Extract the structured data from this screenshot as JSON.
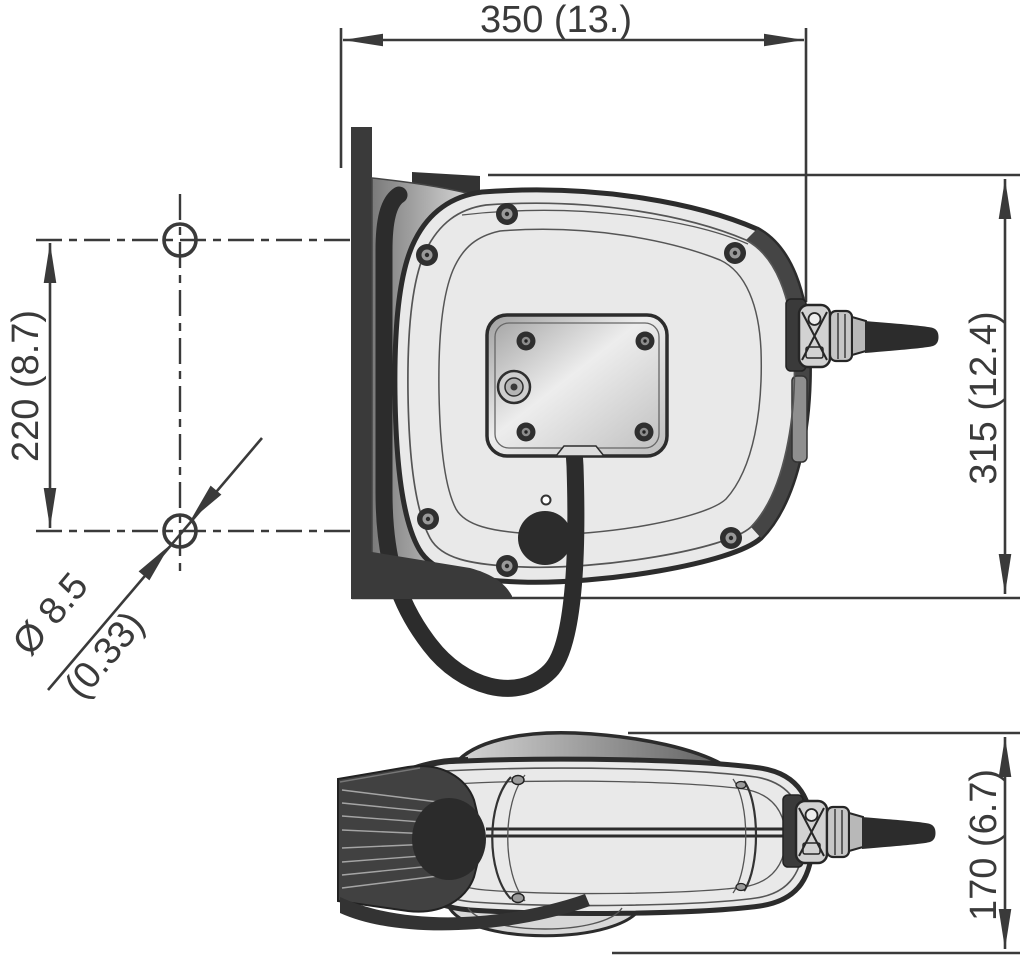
{
  "drawing": {
    "kind": "technical dimension drawing",
    "views": [
      "side view with mounting hole pattern",
      "top view"
    ]
  },
  "dimensions": {
    "overall_width": {
      "label": "350 (13.)",
      "mm": 350,
      "inches": "13."
    },
    "overall_height": {
      "label": "315 (12.4)",
      "mm": 315,
      "inches": "12.4"
    },
    "mounting_hole_spacing": {
      "label": "220 (8.7)",
      "mm": 220,
      "inches": "8.7"
    },
    "mounting_hole_diameter": {
      "label": "Ø 8.5",
      "secondary_label": "(0.33)",
      "mm": 8.5,
      "inches": "0.33"
    },
    "overall_depth": {
      "label": "170 (6.7)",
      "mm": 170,
      "inches": "6.7"
    }
  },
  "colors": {
    "line": "#3a3a3a",
    "body_fill": "#e9e9e9",
    "panel_fill": "#d9d9d9",
    "dark_fill": "#2c2c2c",
    "background": "#ffffff"
  }
}
